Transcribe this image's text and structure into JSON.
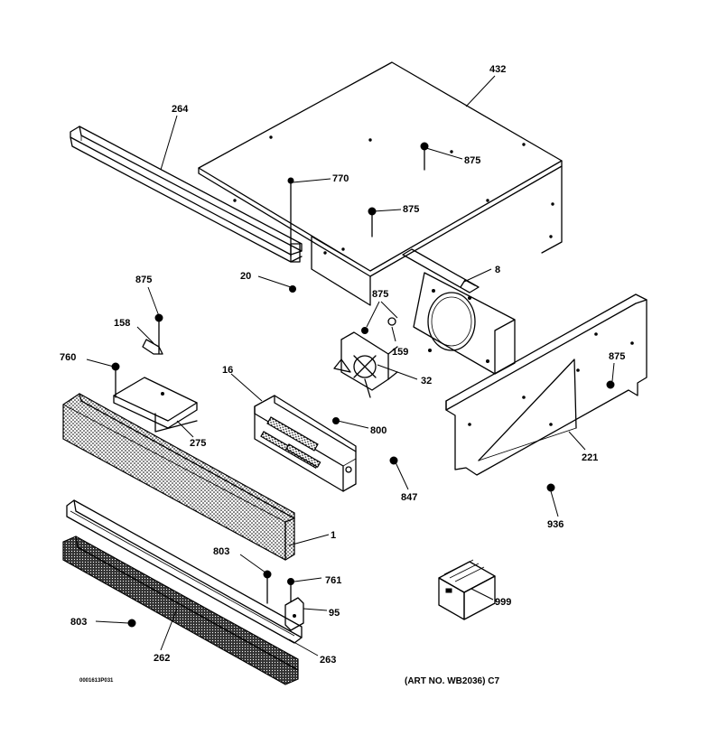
{
  "callouts": [
    {
      "id": "432",
      "text": "432"
    },
    {
      "id": "264",
      "text": "264"
    },
    {
      "id": "875a",
      "text": "875"
    },
    {
      "id": "770",
      "text": "770"
    },
    {
      "id": "875b",
      "text": "875"
    },
    {
      "id": "20",
      "text": "20"
    },
    {
      "id": "8",
      "text": "8"
    },
    {
      "id": "875c",
      "text": "875"
    },
    {
      "id": "875d",
      "text": "875"
    },
    {
      "id": "158",
      "text": "158"
    },
    {
      "id": "159",
      "text": "159"
    },
    {
      "id": "760",
      "text": "760"
    },
    {
      "id": "16",
      "text": "16"
    },
    {
      "id": "32",
      "text": "32"
    },
    {
      "id": "875e",
      "text": "875"
    },
    {
      "id": "800",
      "text": "800"
    },
    {
      "id": "275",
      "text": "275"
    },
    {
      "id": "221",
      "text": "221"
    },
    {
      "id": "847",
      "text": "847"
    },
    {
      "id": "936",
      "text": "936"
    },
    {
      "id": "1",
      "text": "1"
    },
    {
      "id": "803a",
      "text": "803"
    },
    {
      "id": "761",
      "text": "761"
    },
    {
      "id": "95",
      "text": "95"
    },
    {
      "id": "999",
      "text": "999"
    },
    {
      "id": "803b",
      "text": "803"
    },
    {
      "id": "262",
      "text": "262"
    },
    {
      "id": "263",
      "text": "263"
    }
  ],
  "footer": {
    "code": "0001613P031",
    "art_no": "(ART NO. WB2036) C7"
  }
}
